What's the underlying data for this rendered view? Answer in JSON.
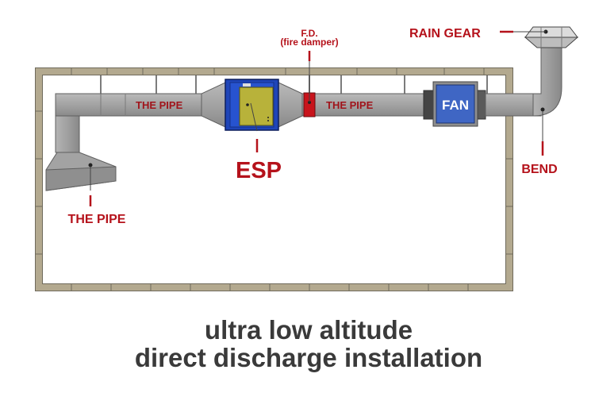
{
  "labels": {
    "rain_gear": "RAIN GEAR",
    "fd": "F.D.",
    "fire_damper": "(fire damper)",
    "pipe_top_left": "THE PIPE",
    "pipe_top_right": "THE PIPE",
    "fan": "FAN",
    "esp": "ESP",
    "bend": "BEND",
    "pipe_hood": "THE PIPE"
  },
  "title": {
    "line1": "ultra low altitude",
    "line2": "direct discharge installation"
  },
  "colors": {
    "label_red": "#b5121b",
    "pipe_gray": "#9a9a9a",
    "frame_tan": "#b3a98f",
    "esp_blue": "#1f45b8",
    "esp_panel": "#b8b23a",
    "fan_blue": "#3f66c4",
    "damper_red": "#c8141c",
    "title_gray": "#3a3a3a"
  }
}
